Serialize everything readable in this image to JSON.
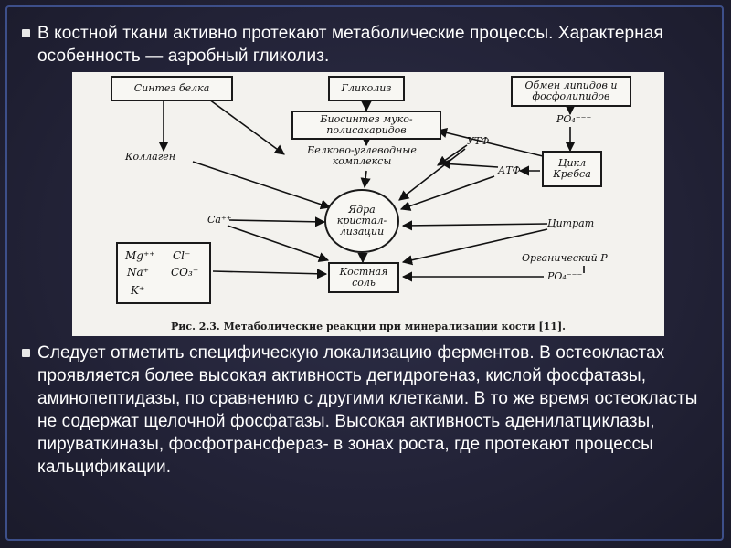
{
  "bullets": [
    "В костной ткани активно протекают метаболические процессы. Характерная особенность — аэробный гликолиз.",
    "Следует отметить специфическую локализацию ферментов. В остеокластах проявляется более высокая активность дегидрогеназ, кислой фосфатазы, аминопептидазы, по сравнению с другими клетками. В то же время остеокласты не содержат щелочной фосфатазы. Высокая активность аденилатциклазы, пируваткиназы, фосфотрансфераз- в зонах роста, где протекают процессы кальцификации."
  ],
  "diagram": {
    "boxes": {
      "protein_synthesis": "Синтез белка",
      "glycolysis": "Гликолиз",
      "lipid_exchange": "Обмен липидов и\nфосфолипидов",
      "mucopoly": "Биосинтез муко-\nполисахаридов",
      "krebs": "Цикл\nКребса",
      "bone_salt": "Костная\nсоль"
    },
    "nucleus": "Ядра\nкристал-\nлизации",
    "labels": {
      "collagen": "Коллаген",
      "protein_carb": "Белково-углеводные\nкомплексы",
      "utp": "УТФ",
      "atp": "АТФ",
      "po4_top": "PO₄⁻⁻⁻",
      "ca": "Ca⁺⁺",
      "citrate": "Цитрат",
      "organic_p": "Органический P",
      "po4_bottom": "PO₄⁻⁻⁻"
    },
    "ions": [
      "Mg⁺⁺",
      "Cl⁻",
      "Na⁺",
      "CO₃⁻",
      "K⁺"
    ],
    "caption": "Рис. 2.3. Метаболические реакции при минерализации кости [11]."
  }
}
